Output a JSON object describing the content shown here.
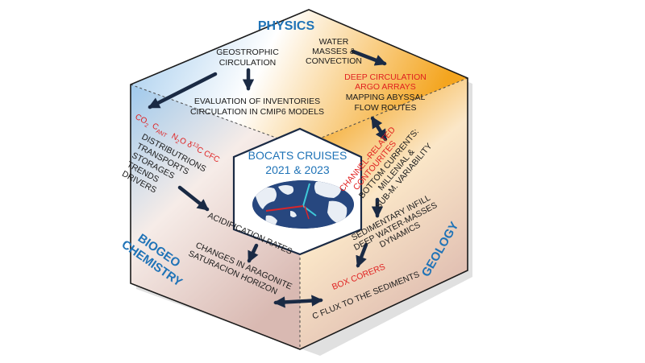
{
  "colors": {
    "blue": "#1f73b7",
    "red": "#e02020",
    "dark": "#1a2a44"
  },
  "physics": {
    "title": "PHYSICS",
    "geostrophic": [
      "GEOSTROPHIC",
      "CIRCULATION"
    ],
    "water": [
      "WATER",
      "MASSES &",
      "CONVECTION"
    ],
    "evaluation": [
      "EVALUATION OF INVENTORIES",
      "CIRCULATION IN CMIP6 MODELS"
    ],
    "deep": [
      "DEEP CIRCULATION",
      "ARGO ARRAYS"
    ],
    "mapping": [
      "MAPPING ABYSSAL",
      "FLOW ROUTES"
    ]
  },
  "center": {
    "title": "BOCATS CRUISES",
    "years": "2021 & 2023"
  },
  "biogeo": {
    "title": [
      "BIOGEO",
      "CHEMISTRY"
    ],
    "tracers": {
      "co2": "CO",
      "co2_sub": "2",
      "cant": "C",
      "cant_sub": "ANT",
      "n2o": "N",
      "n2o_sub": "2",
      "n2o_tail": "O",
      "delta": "δ",
      "delta_sup": "13",
      "delta_tail": "C CFC"
    },
    "list": [
      "DISTRIBUTRIONS",
      "TRANSPORTS",
      "STORAGES",
      "TRENDS",
      "DRIVERS"
    ],
    "acid": "ACIDIFICATION RATES",
    "changes": [
      "CHANGES IN ARAGONITE",
      "SATURACION HORIZON"
    ]
  },
  "geology": {
    "title": "GEOLOGY",
    "channel": [
      "CHANNEL-RELATED",
      "CONTOURITES"
    ],
    "bottom": [
      "BOTTOM CURRENTS:",
      "MILLENIAL &",
      "SUB-M. VARIABILITY"
    ],
    "infill": [
      "SEDIMENTARY INFILL",
      "DEEP WATER-MASSES",
      "DYNAMICS"
    ],
    "box": "BOX CORERS",
    "cflux": "C FLUX TO THE SEDIMENTS"
  }
}
